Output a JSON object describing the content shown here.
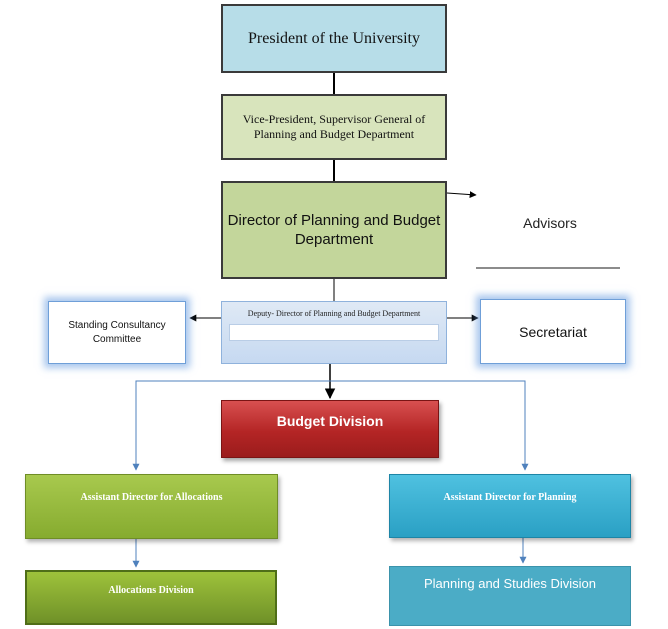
{
  "org_chart": {
    "president": "President of the University",
    "vice_president": "Vice-President, Supervisor General of Planning and Budget Department",
    "director": "Director of Planning and Budget Department",
    "advisors": "Advisors",
    "deputy_director": "Deputy- Director of Planning and Budget Department",
    "standing_committee": "Standing Consultancy Committee",
    "secretariat": "Secretariat",
    "budget_division": "Budget Division",
    "assistant_allocations": "Assistant Director for Allocations",
    "assistant_planning": "Assistant Director for Planning",
    "allocations_division": "Allocations Division",
    "planning_division": "Planning and Studies Division"
  },
  "colors": {
    "president_fill": "#b7dde8",
    "vice_fill": "#d8e4bc",
    "director_fill": "#c3d69b",
    "deputy_fill": "#c6d9f1",
    "budget_fill": "#b42525",
    "allocations_fill": "#86ab2f",
    "planning_fill": "#2aa0c4",
    "connector_blue": "#4f81bd",
    "connector_dark": "#000000"
  }
}
